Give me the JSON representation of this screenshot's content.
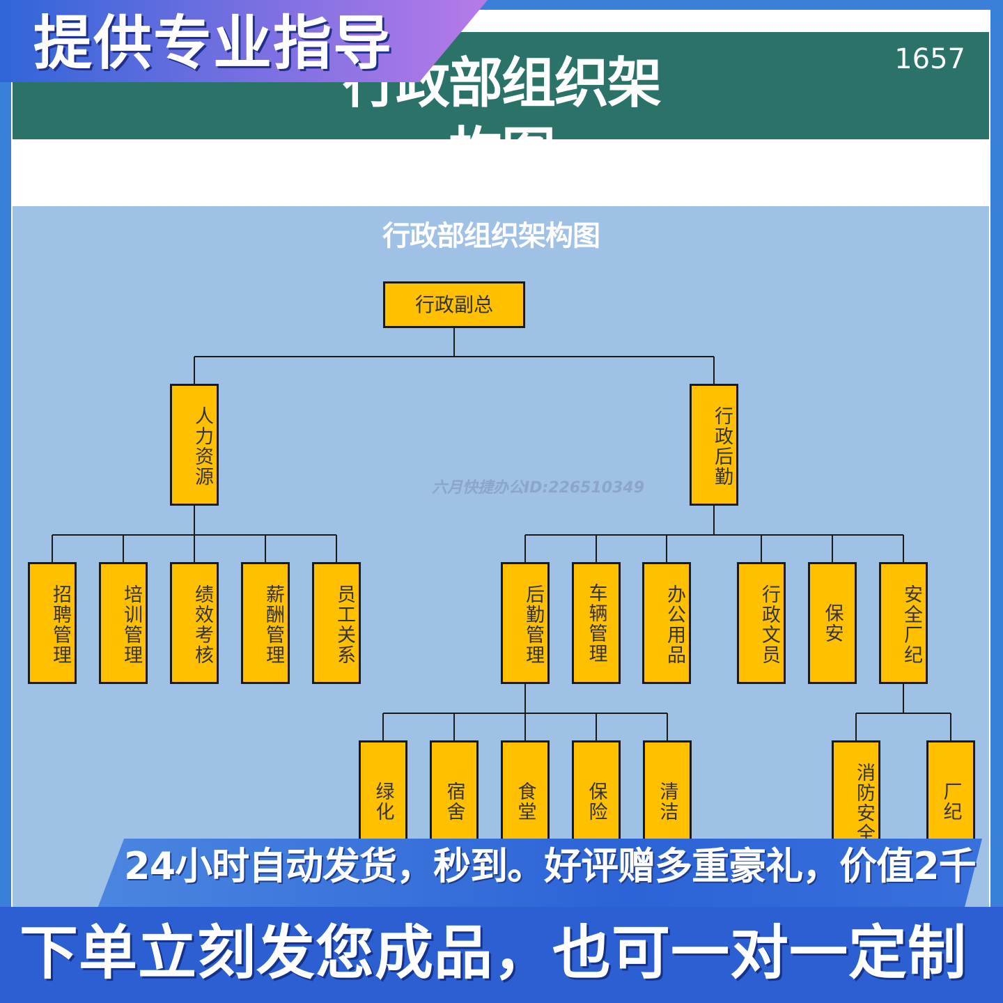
{
  "header": {
    "title": "行政部组织架构图",
    "page_number": "1657"
  },
  "promo": {
    "ribbon": "提供专业指导",
    "banner_line1": "24小时自动发货，秒到。好评赠多重豪礼，价值2千",
    "banner_line2": "下单立刻发您成品，也可一对一定制"
  },
  "diagram": {
    "title": "行政部组织架构图",
    "watermark": "六月快捷办公ID:226510349",
    "root": "行政副总",
    "branch_hr": "人力资源",
    "branch_admin": "行政后勤",
    "hr_children": [
      "招聘管理",
      "培训管理",
      "绩效考核",
      "薪酬管理",
      "员工关系"
    ],
    "admin_children": [
      "后勤管理",
      "车辆管理",
      "办公用品",
      "行政文员",
      "保安",
      "安全厂纪"
    ],
    "logistics_children": [
      "绿化",
      "宿舍",
      "食堂",
      "保险",
      "清洁"
    ],
    "safety_children": [
      "消防安全",
      "厂纪"
    ]
  },
  "colors": {
    "box_fill": "#ffc000",
    "canvas": "#9fc1e6",
    "header_bar": "#2b7268"
  }
}
